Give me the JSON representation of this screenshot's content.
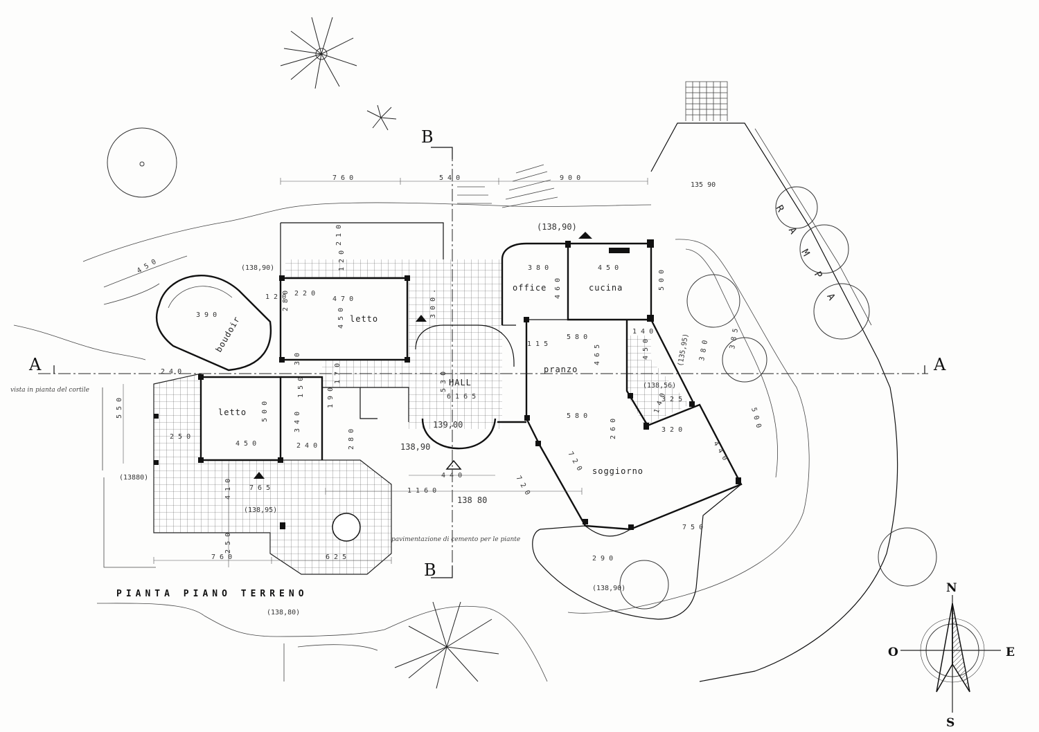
{
  "drawing": {
    "title": "PIANTA PIANO TERRENO",
    "section_markers": {
      "a_left": "A",
      "a_right": "A",
      "b_top": "B",
      "b_bottom": "B"
    },
    "compass": {
      "north": "N",
      "south": "S",
      "east": "E",
      "west": "O"
    }
  },
  "rooms": {
    "letto_top": "letto",
    "letto_left": "letto",
    "boudoir": "boudoir",
    "office": "office",
    "cucina": "cucina",
    "pranzo": "pranzo",
    "hall": "HALL",
    "soggiorno": "soggiorno",
    "rampa": "R A M P A"
  },
  "levels": {
    "l_138_90_top": "(138,90)",
    "l_138_90_left": "(138,90)",
    "l_135_90": "135 90",
    "l_139_00": "139,00",
    "l_138_90_entry": "138,90",
    "l_13880_left": "(13880)",
    "l_138_95": "(138,95)",
    "l_138_80_road": "138 80",
    "l_138_80_bottom": "(138,80)",
    "l_135_95": "(135,95)",
    "l_138_90_bottom": "(138,90)",
    "l_138_56": "(138,56)"
  },
  "dimensions": {
    "d_760_top": "7 6 0",
    "d_540": "5 4 0",
    "d_900": "9 0 0",
    "d_450_garden": "4 5 0",
    "d_210": "2 1 0",
    "d_120a": "1 2 0",
    "d_380": "3 8 0",
    "d_450_cucina": "4 5 0",
    "d_460": "4 6 0",
    "d_500_cucina": "5 0 0",
    "d_470": "4 7 0",
    "d_450_letto": "4 5 0",
    "d_300": "3 0 0 .",
    "d_280a": "2 8 0",
    "d_220": "2 2 0",
    "d_120b": "1 2 0",
    "d_390": "3 9 0",
    "d_580_pranzo": "5 8 0",
    "d_465": "4 6 5",
    "d_115": "1 1 5",
    "d_140": "1 4 0",
    "d_450_right": "4 5 0",
    "d_530": "5 3 0",
    "d_6165": "6 1 6 5",
    "d_170": "1 7 0",
    "d_150": "1 5 0",
    "d_190": "1 9 0",
    "d_240a": "2 4 0",
    "d_550": "5 5 0",
    "d_500_letto": "5 0 0",
    "d_250_letto": "2 5 0",
    "d_450_letto2": "4 5 0",
    "d_340": "3 4 0",
    "d_240b": "2 4 0",
    "d_280b": "2 8 0",
    "d_440_hall": "4 4 0",
    "d_1160": "1 1 6 0",
    "d_410": "4 1 0",
    "d_765": "7 6 5",
    "d_250_terrace": "2 5 0",
    "d_760_bottom": "7 6 0",
    "d_625": "6 2 5",
    "d_580_sog": "5 8 0",
    "d_260": "2 6 0",
    "d_320": "3 2 0",
    "d_325": "3 2 5",
    "d_440_sog": "4 4 0",
    "d_720a": "7 2 0",
    "d_720b": "7 2 0",
    "d_750": "7 5 0",
    "d_290": "2 9 0",
    "d_500_sog": "5 0 0",
    "d_30": "3 0",
    "d_380b": "3 8 0",
    "d_385": "3 8 5",
    "d_140b": "1 4 0"
  },
  "notes": {
    "left_note": "vista in pianta del cortile",
    "right_note": "pavimentazione di cemento per le piante"
  }
}
